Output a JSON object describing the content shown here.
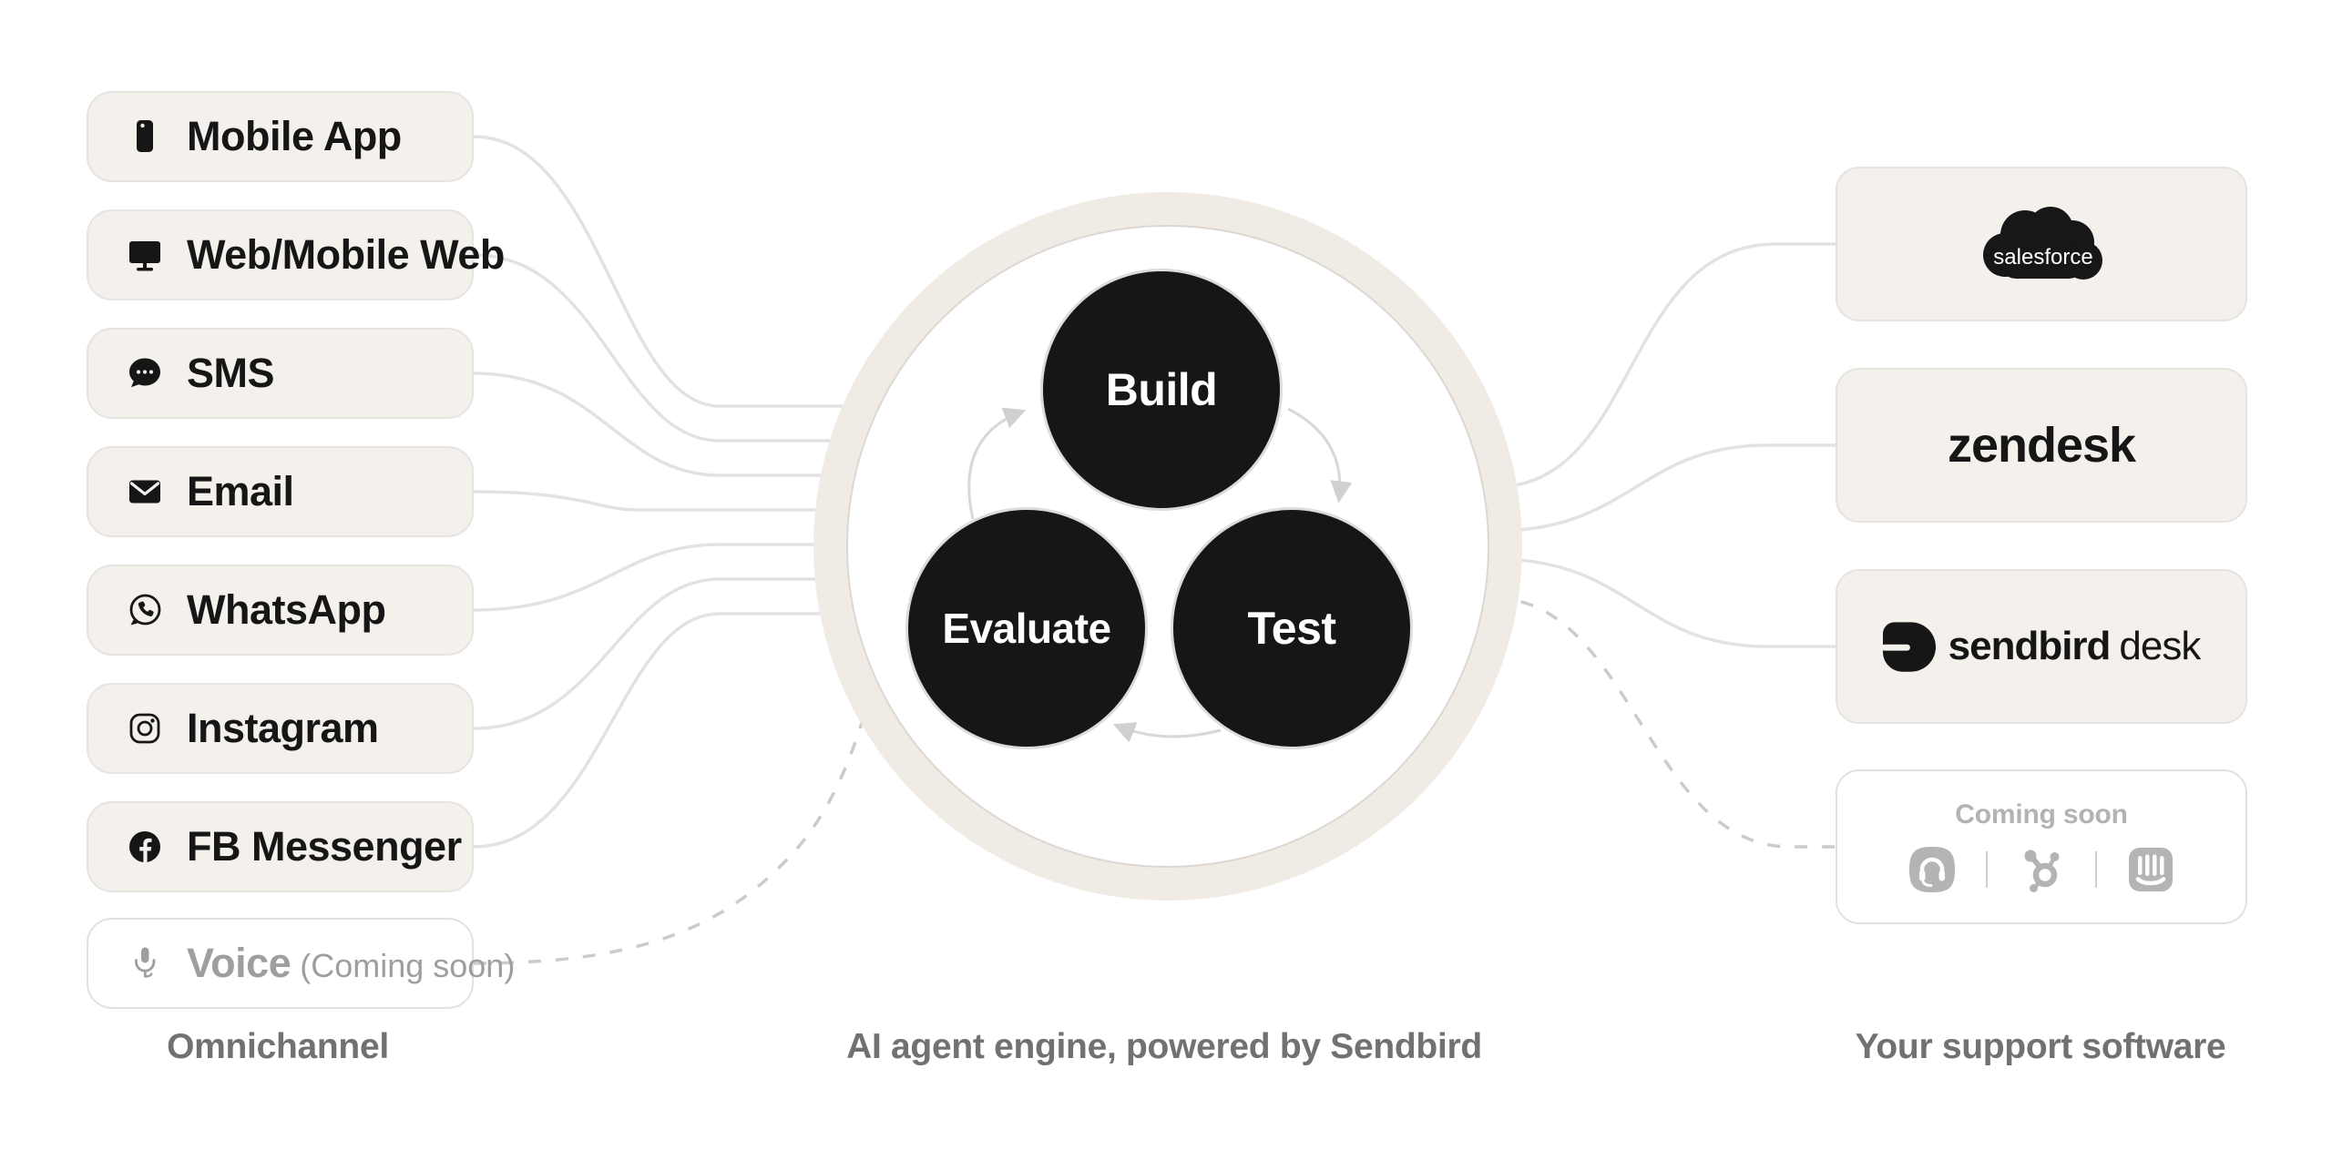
{
  "colors": {
    "background": "#ffffff",
    "card_bg": "#f4f0ec",
    "card_border": "#e6e3e0",
    "ink": "#161616",
    "muted_text": "#9e9e9e",
    "caption_text": "#717171",
    "connector": "#e2e2e2",
    "connector_dashed": "#cbcbcb",
    "ring": "#f1ebe5",
    "pulse_start": "#3b5be8",
    "pulse_end": "#b153e6",
    "coming_soon_gray": "#b4b4b4"
  },
  "left_column": {
    "caption": "Omnichannel",
    "items": [
      {
        "label": "Mobile App",
        "icon": "mobile-phone-icon"
      },
      {
        "label": "Web/Mobile Web",
        "icon": "desktop-icon"
      },
      {
        "label": "SMS",
        "icon": "sms-bubble-icon"
      },
      {
        "label": "Email",
        "icon": "envelope-icon"
      },
      {
        "label": "WhatsApp",
        "icon": "whatsapp-icon"
      },
      {
        "label": "Instagram",
        "icon": "instagram-icon"
      },
      {
        "label": "FB Messenger",
        "icon": "facebook-icon"
      },
      {
        "label": "Voice",
        "suffix": "(Coming soon)",
        "icon": "microphone-icon"
      }
    ]
  },
  "center": {
    "caption": "AI agent engine, powered by Sendbird",
    "cycle": {
      "build": "Build",
      "test": "Test",
      "evaluate": "Evaluate"
    }
  },
  "right_column": {
    "caption": "Your support software",
    "cards": [
      {
        "name": "salesforce",
        "logo_text": "salesforce"
      },
      {
        "name": "zendesk",
        "logo_text": "zendesk"
      },
      {
        "name": "sendbird-desk",
        "logo_bold": "sendbird",
        "logo_regular": "desk"
      },
      {
        "name": "coming-soon",
        "label": "Coming soon",
        "icons": [
          "headset-icon",
          "hubspot-icon",
          "intercom-icon"
        ]
      }
    ]
  }
}
